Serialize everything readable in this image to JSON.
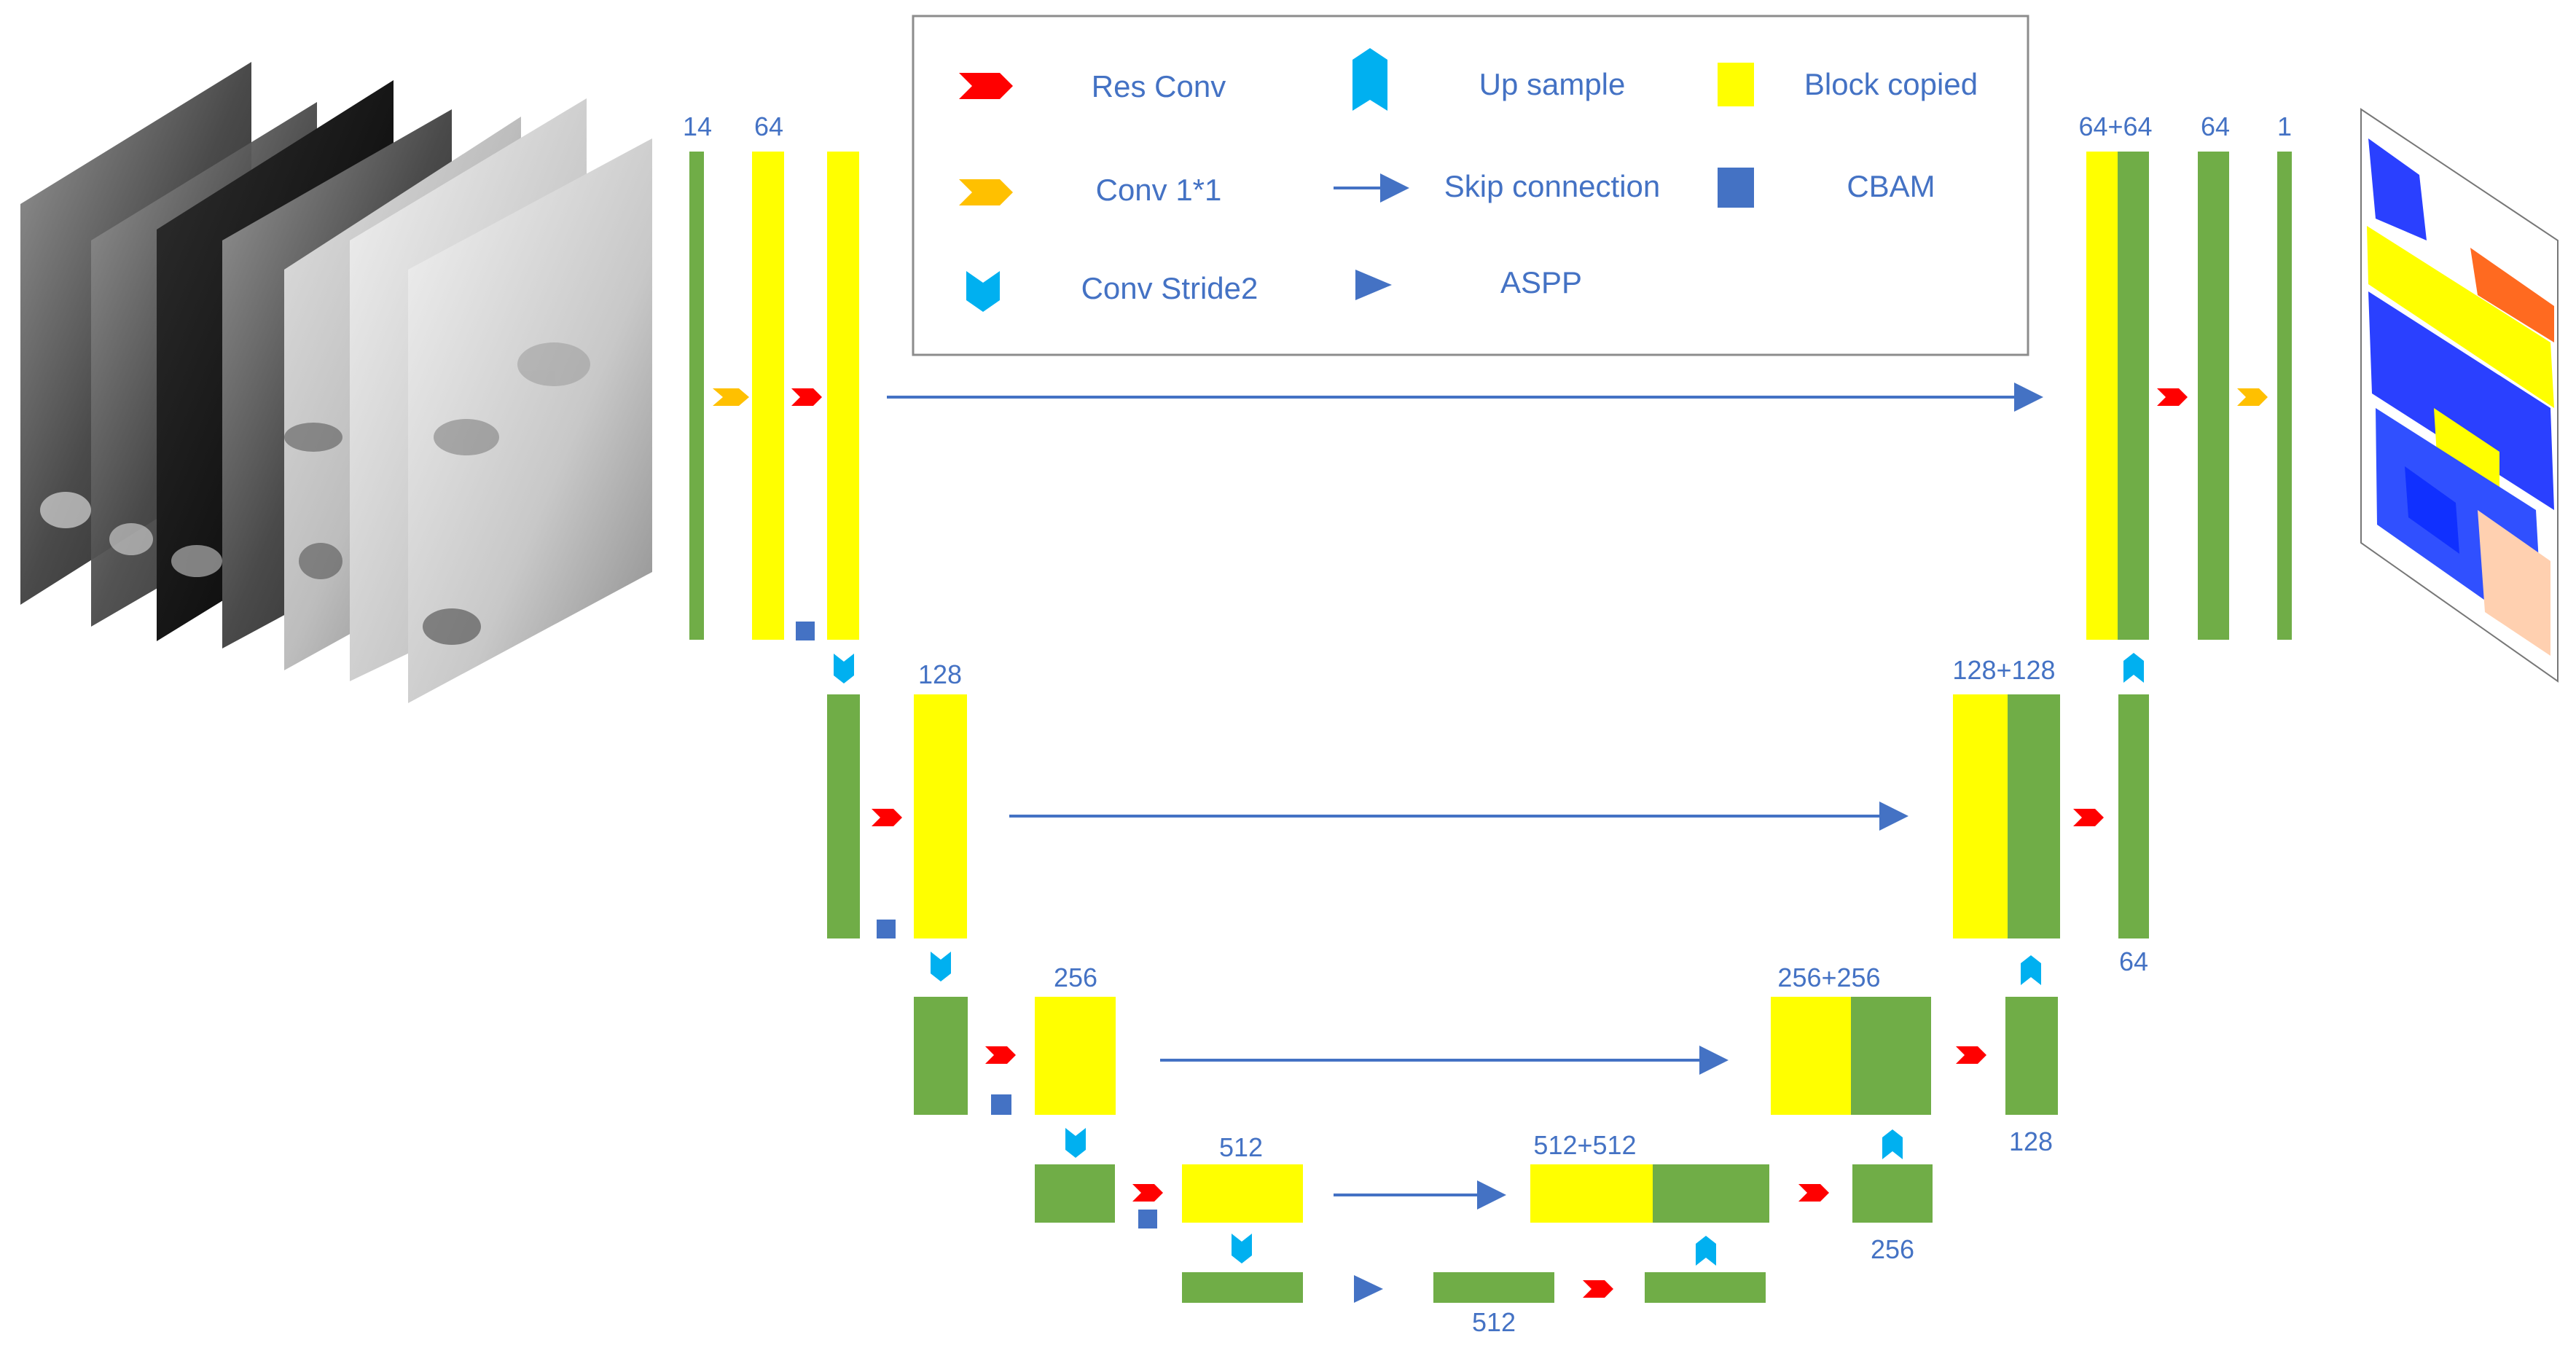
{
  "legend": {
    "res_conv": "Res Conv",
    "conv_1x1": "Conv 1*1",
    "conv_stride2": "Conv Stride2",
    "up_sample": "Up sample",
    "skip_connection": "Skip connection",
    "aspp": "ASPP",
    "block_copied": "Block copied",
    "cbam": "CBAM"
  },
  "labels": {
    "in_14": "14",
    "enc1_64": "64",
    "enc2_128": "128",
    "enc3_256": "256",
    "enc4_512": "512",
    "bottleneck_512": "512",
    "dec4_cat": "512+512",
    "dec4_out": "256",
    "dec3_cat": "256+256",
    "dec3_out": "128",
    "dec2_cat": "128+128",
    "dec2_out": "64",
    "dec1_cat": "64+64",
    "dec1_64": "64",
    "out_1": "1"
  },
  "colors": {
    "green": "#70ad47",
    "yellow": "#ffff00",
    "arrow_blue": "#4472c4",
    "res_conv_red": "#ff0000",
    "conv1x1_orange": "#ffc000",
    "up_down_cyan": "#00b0f0",
    "cbam_blue": "#4472c4"
  }
}
